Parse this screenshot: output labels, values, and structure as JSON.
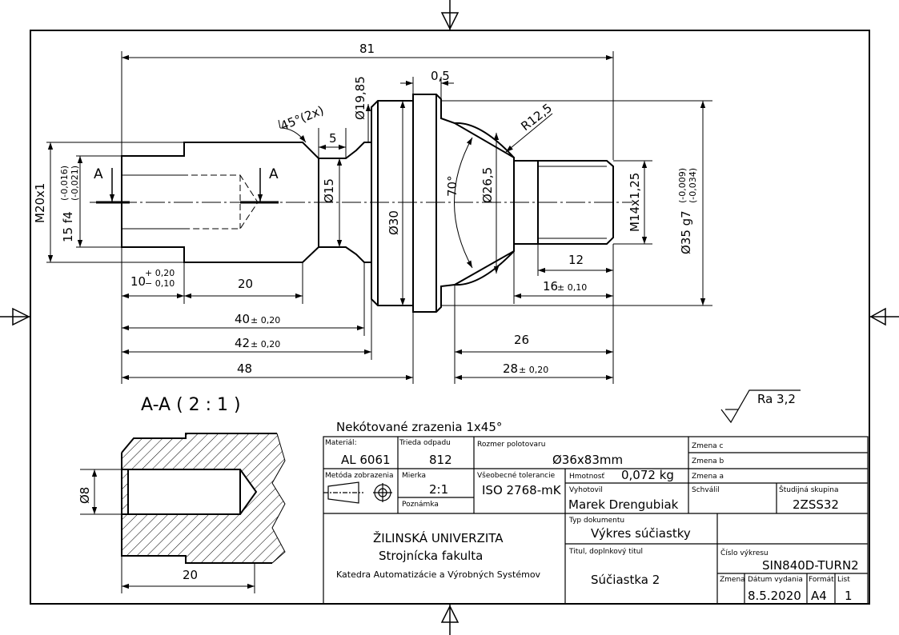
{
  "drawing": {
    "dims": {
      "total_len": "81",
      "groove_w": "0,5",
      "d_neck": "Ø19,85",
      "chamfer": "45°(2x)",
      "neck_w": "5",
      "radius": "R12,5",
      "d_neck2": "Ø15",
      "d_flange": "Ø30",
      "d_ball": "Ø26,5",
      "angle": "70°",
      "thread_right": "M14x1,25",
      "thread_left": "M20x1",
      "tol_left_main": "15 f4",
      "tol_left_upper": "(-0,016)",
      "tol_left_lower": "(-0,021)",
      "tol_right_main": "Ø35 g7",
      "tol_right_upper": "(-0,009)",
      "tol_right_lower": "(-0,034)",
      "d10_main": "10",
      "d10_upper": "+ 0,20",
      "d10_lower": "− 0,10",
      "d20": "20",
      "d12": "12",
      "d16": "16",
      "d16_tol": "± 0,10",
      "d40": "40",
      "d40_tol": "± 0,20",
      "d42": "42",
      "d42_tol": "± 0,20",
      "d48": "48",
      "d26": "26",
      "d28": "28",
      "d28_tol": "± 0,20",
      "d8": "Ø8",
      "d20b": "20"
    },
    "section_label_left": "A",
    "section_label_right": "A",
    "section_title": "A-A ( 2 : 1 )",
    "roughness": "Ra 3,2",
    "note": "Nekótované zrazenia 1x45°"
  },
  "title_block": {
    "material_lbl": "Materiál:",
    "material": "AL 6061",
    "trieda_lbl": "Trieda odpadu",
    "trieda": "812",
    "rozmer_lbl": "Rozmer polotovaru",
    "rozmer": "Ø36x83mm",
    "zmena_c": "Zmena c",
    "zmena_b": "Zmena b",
    "zmena_a": "Zmena a",
    "metoda_lbl": "Metóda zobrazenia",
    "mierka_lbl": "Mierka",
    "mierka": "2:1",
    "tol_lbl": "Všeobecné tolerancie",
    "tol": "ISO 2768-mK",
    "hmot_lbl": "Hmotnosť",
    "hmot": "0,072 kg",
    "vyhot_lbl": "Vyhotovil",
    "vyhot": "Marek Drengubiak",
    "schvalil_lbl": "Schválil",
    "skupina_lbl": "Študijná skupina",
    "skupina": "2ZSS32",
    "poznamka_lbl": "Poznámka",
    "uni": "ŽILINSKÁ UNIVERZITA",
    "fak": "Strojnícka fakulta",
    "kat": "Katedra Automatizácie a Výrobných Systémov",
    "typ_lbl": "Typ dokumentu",
    "typ": "Výkres súčiastky",
    "titul_lbl": "Titul, doplnkový titul",
    "titul": "Súčiastka 2",
    "cislo_lbl": "Číslo výkresu",
    "cislo": "SIN840D-TURN2",
    "zmena_lbl": "Zmena",
    "datum_lbl": "Dátum vydania",
    "datum": "8.5.2020",
    "format_lbl": "Formát",
    "format": "A4",
    "list_lbl": "List",
    "list": "1"
  }
}
